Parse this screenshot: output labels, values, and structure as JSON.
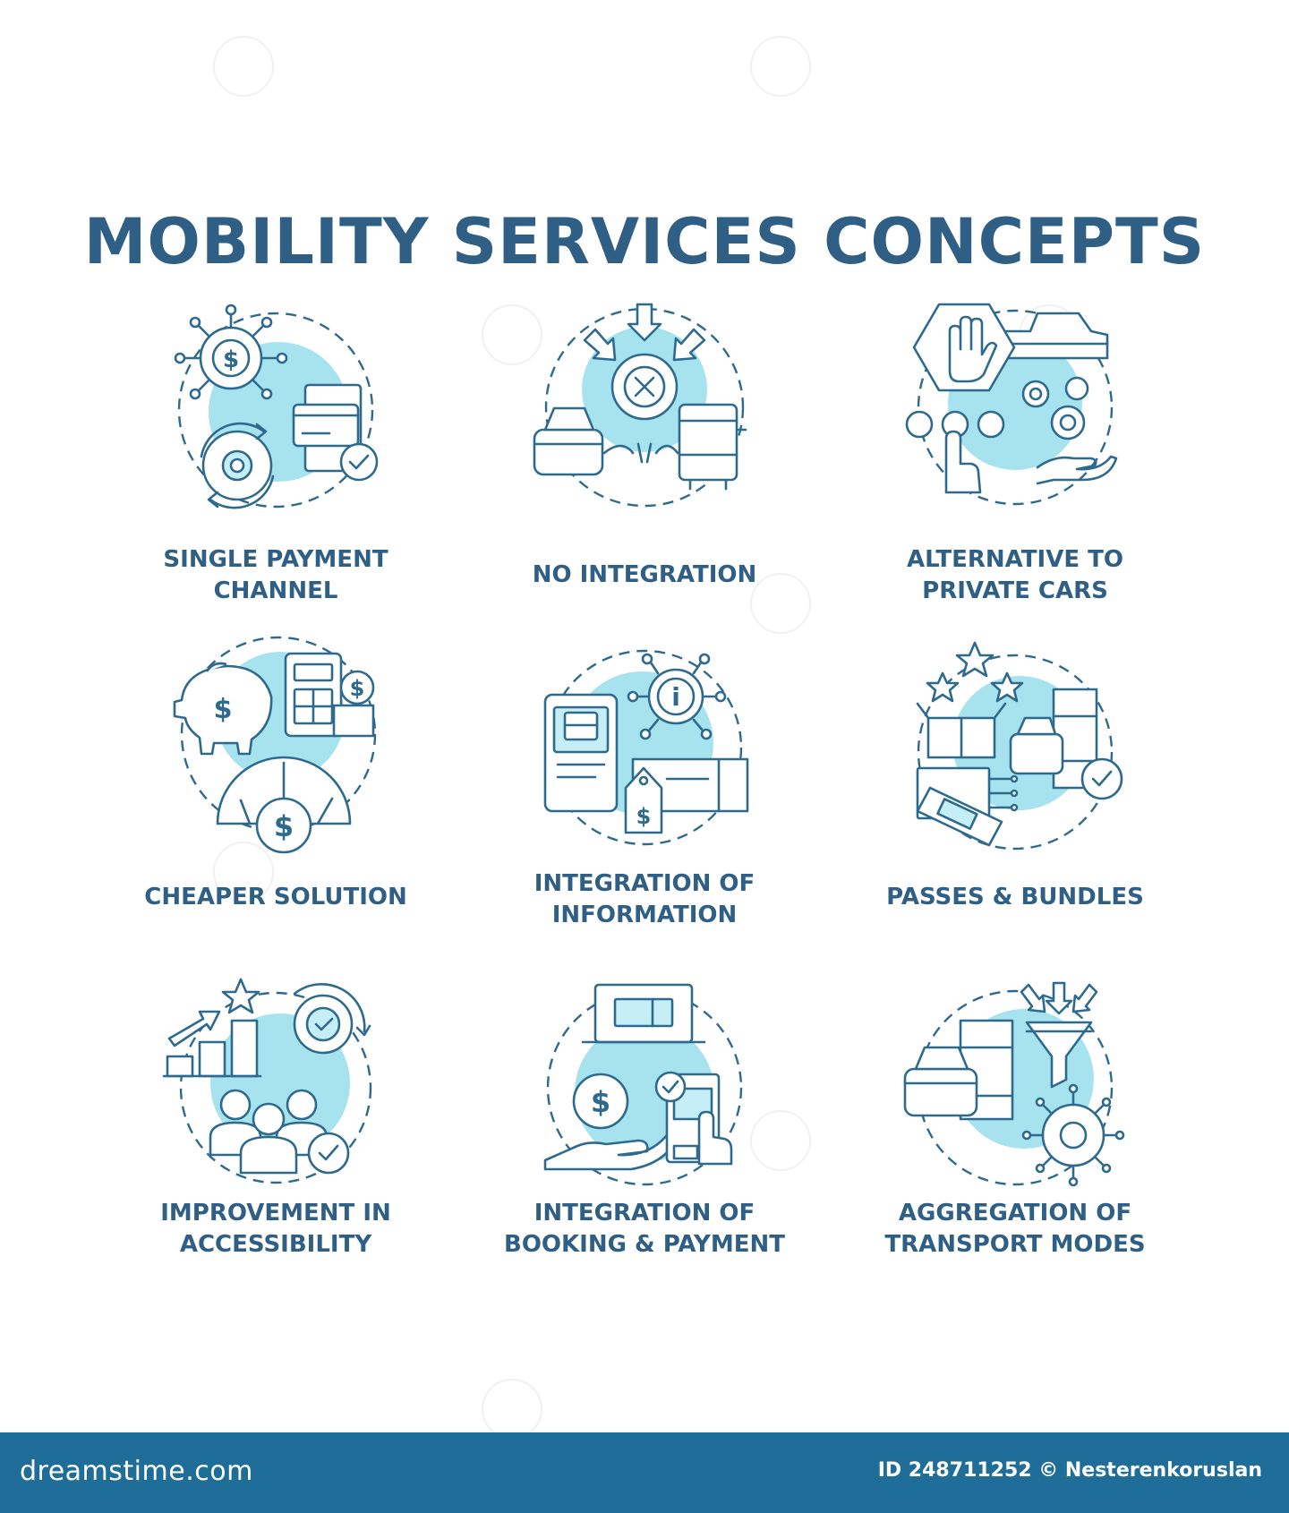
{
  "title": "MOBILITY SERVICES CONCEPTS",
  "concepts": [
    {
      "icon": "single-payment-channel-icon",
      "lines": [
        "SINGLE PAYMENT",
        "CHANNEL"
      ]
    },
    {
      "icon": "no-integration-icon",
      "lines": [
        "NO INTEGRATION"
      ]
    },
    {
      "icon": "alternative-to-private-cars-icon",
      "lines": [
        "ALTERNATIVE TO",
        "PRIVATE CARS"
      ]
    },
    {
      "icon": "cheaper-solution-icon",
      "lines": [
        "CHEAPER SOLUTION"
      ]
    },
    {
      "icon": "integration-of-information-icon",
      "lines": [
        "INTEGRATION OF",
        "INFORMATION"
      ]
    },
    {
      "icon": "passes-and-bundles-icon",
      "lines": [
        "PASSES & BUNDLES"
      ]
    },
    {
      "icon": "improvement-in-accessibility-icon",
      "lines": [
        "IMPROVEMENT IN",
        "ACCESSIBILITY"
      ]
    },
    {
      "icon": "integration-of-booking-and-payment-icon",
      "lines": [
        "INTEGRATION OF",
        "BOOKING & PAYMENT"
      ]
    },
    {
      "icon": "aggregation-of-transport-modes-icon",
      "lines": [
        "AGGREGATION OF",
        "TRANSPORT MODES"
      ]
    }
  ],
  "footer": {
    "brand": "dreamstime.com",
    "id_text": "ID 248711252 © Nesterenkoruslan"
  },
  "colors": {
    "title": "#2f5f85",
    "line": "#2e6a8e",
    "accent": "#a6e3ef",
    "footer_bg": "#1f6d99"
  }
}
